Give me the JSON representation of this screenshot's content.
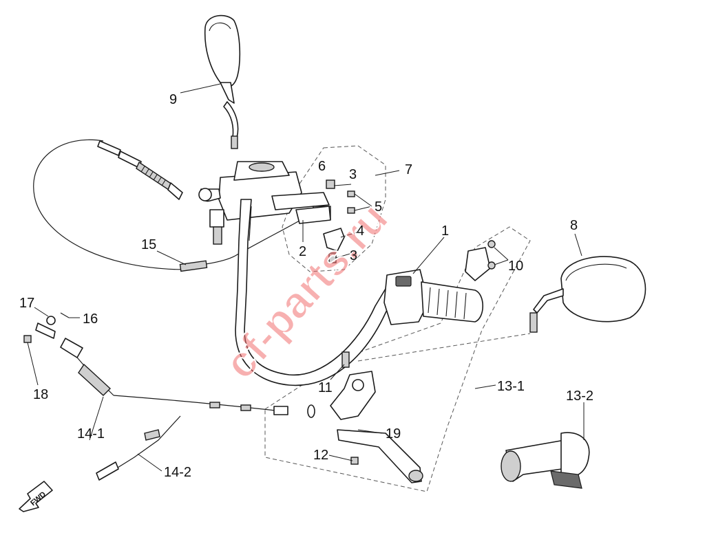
{
  "callouts": {
    "c1": "1",
    "c2": "2",
    "c3a": "3",
    "c3b": "3",
    "c4": "4",
    "c5": "5",
    "c6": "6",
    "c7": "7",
    "c8": "8",
    "c9": "9",
    "c10": "10",
    "c11": "11",
    "c12": "12",
    "c13_1": "13-1",
    "c13_2": "13-2",
    "c14_1": "14-1",
    "c14_2": "14-2",
    "c15": "15",
    "c16": "16",
    "c17": "17",
    "c18": "18",
    "c19": "19"
  },
  "watermark": "cf-parts.ru",
  "fwd_label": "FWD",
  "colors": {
    "line": "#1a1a1a",
    "watermark": "#f07070",
    "background": "#ffffff"
  }
}
